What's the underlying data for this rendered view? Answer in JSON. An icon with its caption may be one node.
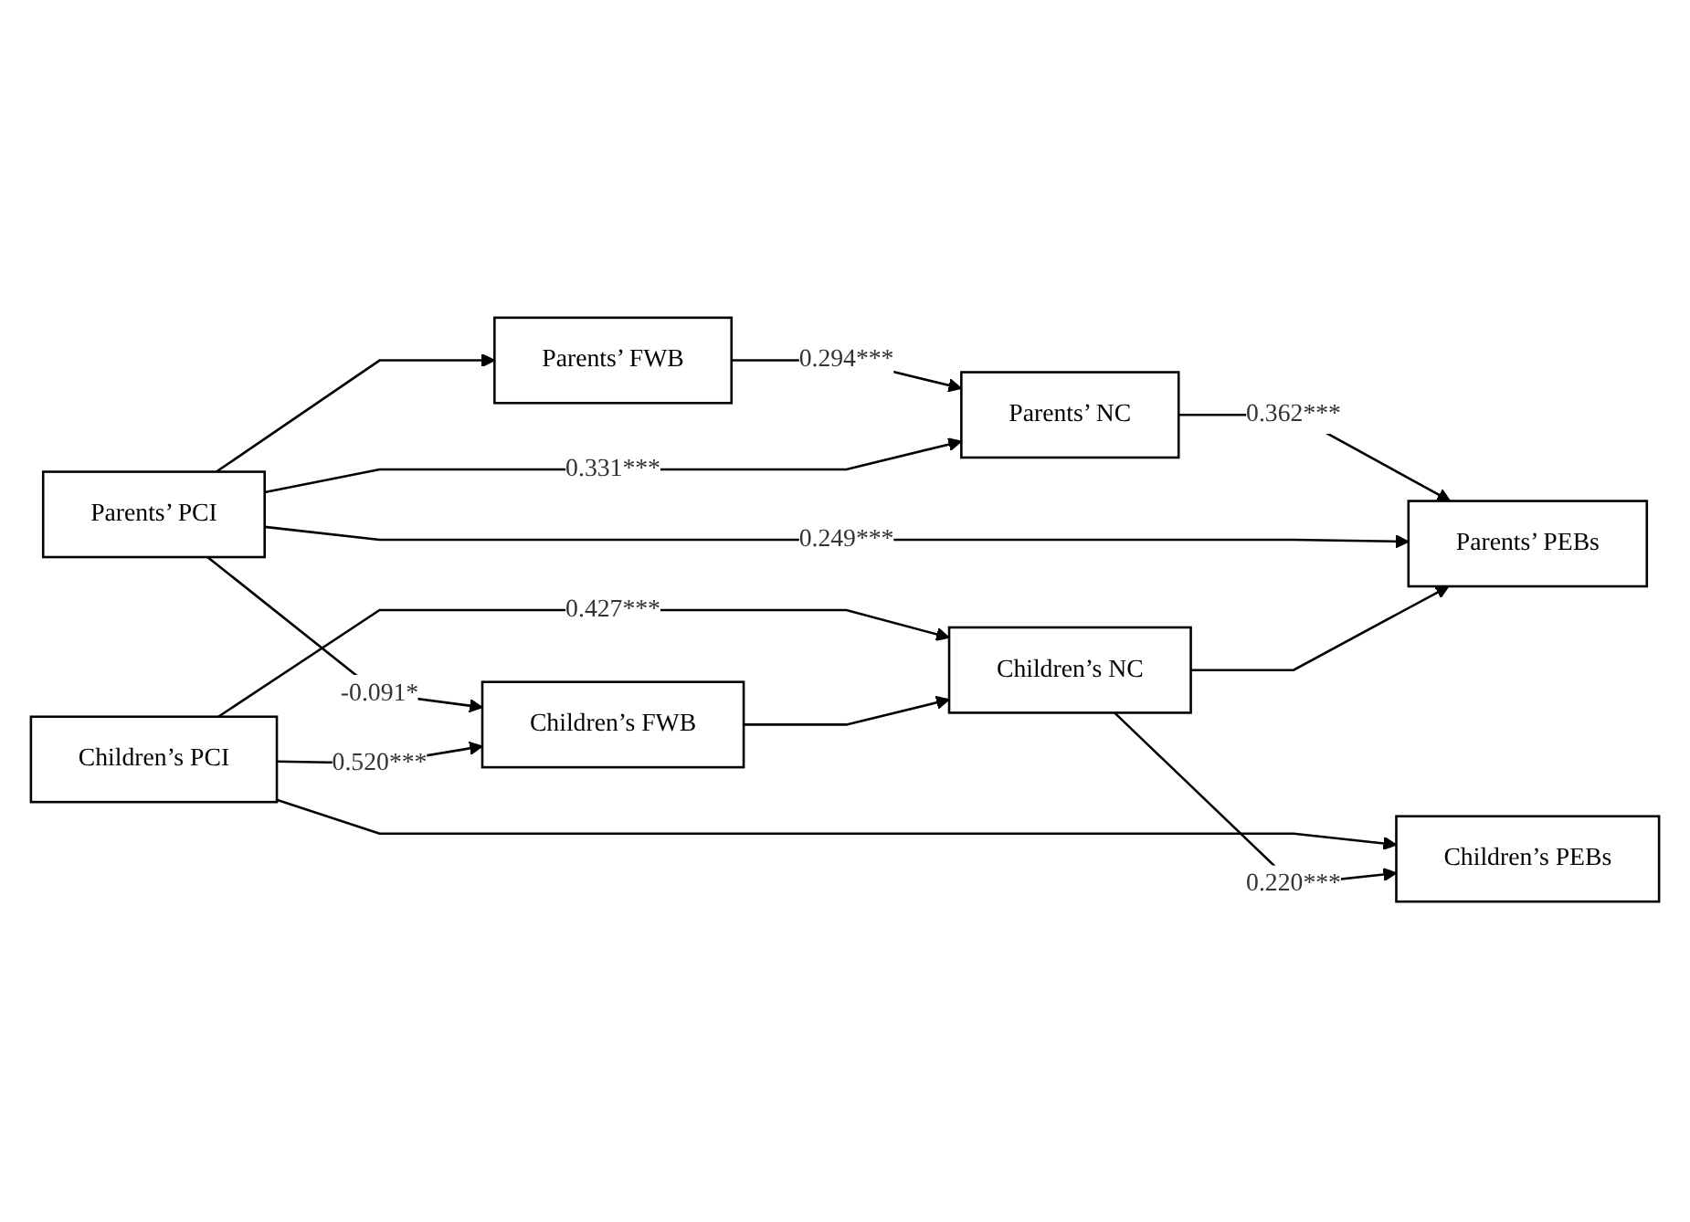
{
  "diagram": {
    "nodes": [
      {
        "text": [
          "Parents’ FWB"
        ]
      },
      {
        "text": [
          "Parents’ NC"
        ]
      },
      {
        "text": [
          "Parents’ PCI"
        ]
      },
      {
        "text": [
          "Parents’ PEBs"
        ]
      },
      {
        "text": [
          "Children’s PCI"
        ]
      },
      {
        "text": [
          "Children’s PEBs"
        ]
      },
      {
        "text": [
          "Children’s FWB"
        ]
      },
      {
        "text": [
          "Children’s NC"
        ]
      }
    ],
    "edges": [
      {
        "from": 2,
        "to": 0,
        "arrow": "to"
      },
      {
        "from": 0,
        "to": 1,
        "arrow": "to",
        "label": "0.294***"
      },
      {
        "from": 2,
        "to": 1,
        "arrow": "to",
        "label": "0.331***"
      },
      {
        "from": 1,
        "to": 3,
        "arrow": "to",
        "label": "0.362***"
      },
      {
        "from": 2,
        "to": 3,
        "arrow": "to",
        "label": "0.249***"
      },
      {
        "from": 2,
        "to": 6,
        "arrow": "to",
        "label": "-0.091*"
      },
      {
        "from": 4,
        "to": 5,
        "arrow": "to"
      },
      {
        "from": 4,
        "to": 7,
        "arrow": "to",
        "label": "0.427***"
      },
      {
        "from": 4,
        "to": 6,
        "arrow": "to",
        "label": "0.520***"
      },
      {
        "from": 6,
        "to": 7,
        "arrow": "to"
      },
      {
        "from": 7,
        "to": 3,
        "arrow": "to"
      },
      {
        "from": 7,
        "to": 5,
        "arrow": "to",
        "label": "0.220***"
      }
    ]
  }
}
